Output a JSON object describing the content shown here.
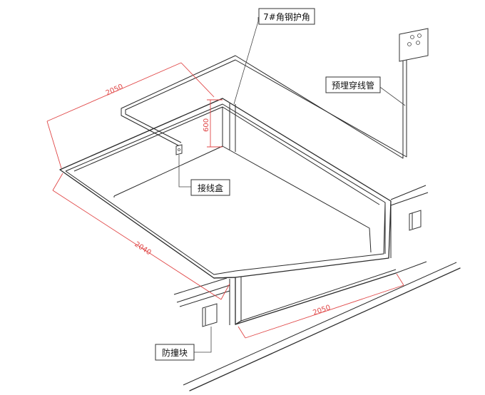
{
  "labels": {
    "angle_steel": "7#角钢护角",
    "conduit": "预埋穿线管",
    "junction_box": "接线盒",
    "bumper": "防撞块"
  },
  "dimensions": {
    "top_length": "2050",
    "depth": "600",
    "left_length": "2040",
    "front_length": "2050"
  }
}
